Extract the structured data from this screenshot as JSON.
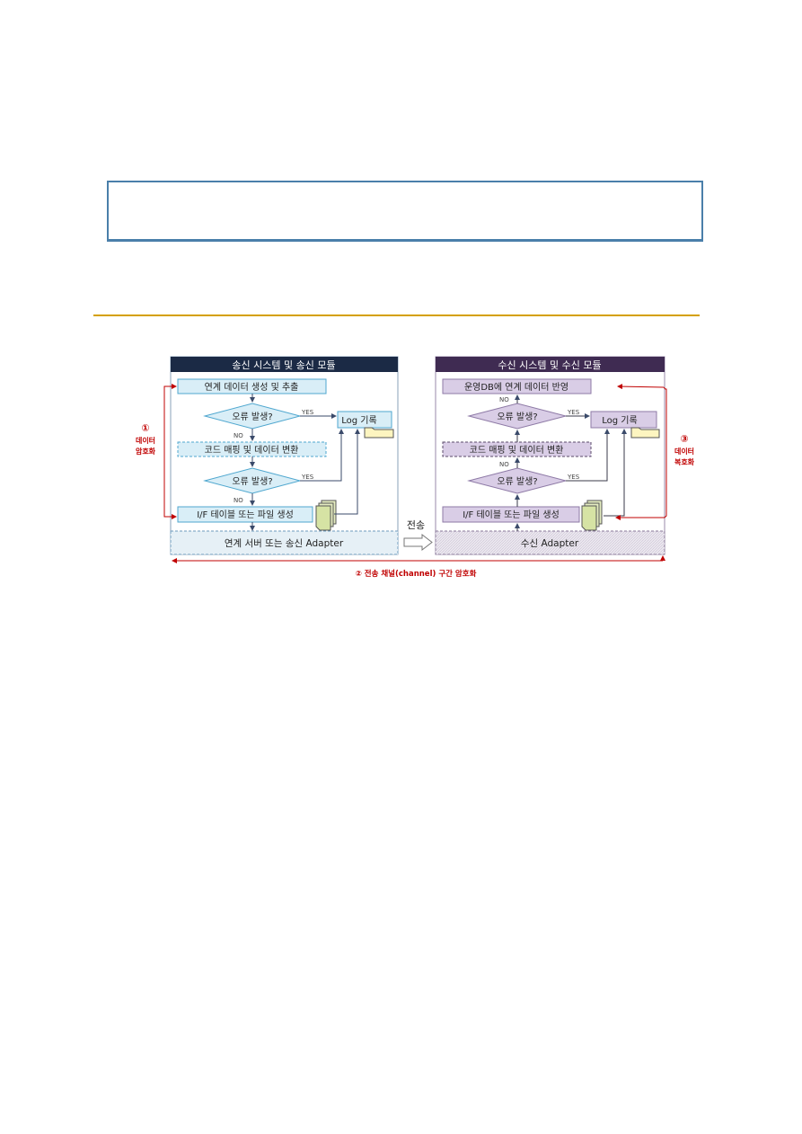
{
  "colors": {
    "frame": "#4a7faa",
    "rule": "#d4a000",
    "send_header": "#1b2a45",
    "recv_header": "#3f2b52",
    "send_box": "#d9eef7",
    "recv_box": "#d9cde6",
    "encrypt_red": "#c00000"
  },
  "diagram": {
    "send": {
      "title": "송신 시스템 및 송신 모듈",
      "step1": "연계 데이터 생성 및 추출",
      "check1": "오류 발생?",
      "step2": "코드 매핑 및 데이터 변환",
      "check2": "오류 발생?",
      "step3": "I/F 테이블 또는 파일 생성",
      "adapter": "연계 서버 또는 송신 Adapter",
      "log": "Log 기록",
      "yes": "YES",
      "no": "NO"
    },
    "recv": {
      "title": "수신 시스템 및 수신 모듈",
      "step1": "운영DB에 연계 데이터 반영",
      "check1": "오류 발생?",
      "step2": "코드 매핑 및 데이터 변환",
      "check2": "오류 발생?",
      "step3": "I/F 테이블 또는 파일 생성",
      "adapter": "수신 Adapter",
      "log": "Log 기록",
      "yes": "YES",
      "no": "NO"
    },
    "transfer": "전송",
    "label1_num": "①",
    "label1_a": "데이터",
    "label1_b": "암호화",
    "label2": "② 전송 채널(channel) 구간 암호화",
    "label3_num": "③",
    "label3_a": "데이터",
    "label3_b": "복호화"
  }
}
